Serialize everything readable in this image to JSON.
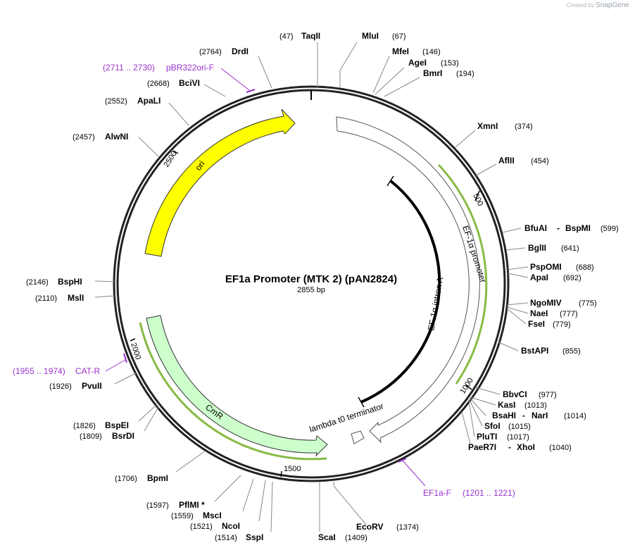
{
  "brand": {
    "created_by": "Created by",
    "app": "SnapGene"
  },
  "plasmid": {
    "name": "EF1a Promoter (MTK 2) (pAN2824)",
    "length_label": "2855 bp",
    "length": 2855
  },
  "ruler": [
    {
      "bp": 500,
      "label": "500"
    },
    {
      "bp": 1000,
      "label": "1000"
    },
    {
      "bp": 1500,
      "label": "1500"
    },
    {
      "bp": 2000,
      "label": "2000"
    },
    {
      "bp": 2500,
      "label": "2500"
    }
  ],
  "features": [
    {
      "name": "ori",
      "color": "#ffff00",
      "type": "arrow"
    },
    {
      "name": "CmR",
      "color": "#ccffcc",
      "type": "arrow"
    },
    {
      "name": "EF-1α promoter",
      "color": "#ffffff",
      "type": "arrow"
    },
    {
      "name": "EF-1α intron A",
      "color": "#000000",
      "type": "line"
    },
    {
      "name": "lambda t0 terminator",
      "color": "#ffffff",
      "type": "terminator"
    }
  ],
  "primers": [
    {
      "name": "pBR322ori-F",
      "range": "(2711 .. 2730)"
    },
    {
      "name": "CAT-R",
      "range": "(1955 .. 1974)"
    },
    {
      "name": "EF1a-F",
      "range": "(1201 .. 1221)"
    }
  ],
  "sites": [
    {
      "name": "TaqII",
      "pos": "(47)"
    },
    {
      "name": "MluI",
      "pos": "(67)"
    },
    {
      "name": "MfeI",
      "pos": "(146)"
    },
    {
      "name": "AgeI",
      "pos": "(153)"
    },
    {
      "name": "BmrI",
      "pos": "(194)"
    },
    {
      "name": "XmnI",
      "pos": "(374)"
    },
    {
      "name": "AflII",
      "pos": "(454)"
    },
    {
      "name": "BfuAI",
      "name2": "BspMI",
      "pos": "(599)"
    },
    {
      "name": "BglII",
      "pos": "(641)"
    },
    {
      "name": "PspOMI",
      "pos": "(688)"
    },
    {
      "name": "ApaI",
      "pos": "(692)"
    },
    {
      "name": "NgoMIV",
      "pos": "(775)"
    },
    {
      "name": "NaeI",
      "pos": "(777)"
    },
    {
      "name": "FseI",
      "pos": "(779)"
    },
    {
      "name": "BstAPI",
      "pos": "(855)"
    },
    {
      "name": "BbvCI",
      "pos": "(977)"
    },
    {
      "name": "KasI",
      "pos": "(1013)"
    },
    {
      "name": "BsaHI",
      "name2": "NarI",
      "pos": "(1014)"
    },
    {
      "name": "SfoI",
      "pos": "(1015)"
    },
    {
      "name": "PluTI",
      "pos": "(1017)"
    },
    {
      "name": "PaeR7I",
      "name2": "XhoI",
      "pos": "(1040)"
    },
    {
      "name": "EcoRV",
      "pos": "(1374)"
    },
    {
      "name": "ScaI",
      "pos": "(1409)"
    },
    {
      "name": "SspI",
      "pos": "(1514)"
    },
    {
      "name": "NcoI",
      "pos": "(1521)"
    },
    {
      "name": "MscI",
      "pos": "(1559)"
    },
    {
      "name": "PflMI *",
      "pos": "(1597)"
    },
    {
      "name": "BpmI",
      "pos": "(1706)"
    },
    {
      "name": "BsrDI",
      "pos": "(1809)"
    },
    {
      "name": "BspEI",
      "pos": "(1826)"
    },
    {
      "name": "PvuII",
      "pos": "(1926)"
    },
    {
      "name": "MslI",
      "pos": "(2110)"
    },
    {
      "name": "BspHI",
      "pos": "(2146)"
    },
    {
      "name": "AlwNI",
      "pos": "(2457)"
    },
    {
      "name": "ApaLI",
      "pos": "(2552)"
    },
    {
      "name": "BciVI",
      "pos": "(2668)"
    },
    {
      "name": "DrdI",
      "pos": "(2764)"
    }
  ]
}
